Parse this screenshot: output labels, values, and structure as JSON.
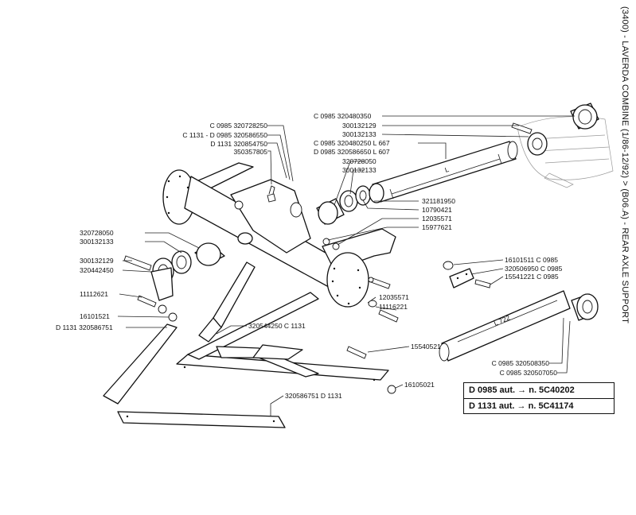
{
  "title": "(3400) - LAVERDA COMBINE (1/86-12/92) > (B06.A) - REAR AXLE SUPPORT",
  "labels": [
    {
      "id": "l1",
      "text": "C 0985  320728250"
    },
    {
      "id": "l2",
      "text": "C 1131 - D 0985  320586550"
    },
    {
      "id": "l3",
      "text": "D 1131  320854750"
    },
    {
      "id": "l4",
      "text": "350357805"
    },
    {
      "id": "l5",
      "text": "C 0985  320480350"
    },
    {
      "id": "l6",
      "text": "300132129"
    },
    {
      "id": "l7",
      "text": "300132133"
    },
    {
      "id": "l8",
      "text": "C 0985  320480250  L   667"
    },
    {
      "id": "l9",
      "text": "D 0985  320586650  L   607"
    },
    {
      "id": "l10",
      "text": "320728050"
    },
    {
      "id": "l11",
      "text": "300132133"
    },
    {
      "id": "l12",
      "text": "321181950"
    },
    {
      "id": "l13",
      "text": "10790421"
    },
    {
      "id": "l14",
      "text": "12035571"
    },
    {
      "id": "l15",
      "text": "15977621"
    },
    {
      "id": "l16",
      "text": "320728050"
    },
    {
      "id": "l17",
      "text": "300132133"
    },
    {
      "id": "l18",
      "text": "300132129"
    },
    {
      "id": "l19",
      "text": "320442450"
    },
    {
      "id": "l20",
      "text": "11112621"
    },
    {
      "id": "l21",
      "text": "16101521"
    },
    {
      "id": "l22",
      "text": "D 1131  320586751"
    },
    {
      "id": "l23",
      "text": "320544250  C 1131"
    },
    {
      "id": "l24",
      "text": "12035571"
    },
    {
      "id": "l25",
      "text": "11116221"
    },
    {
      "id": "l26",
      "text": "15540521"
    },
    {
      "id": "l27",
      "text": "16105021"
    },
    {
      "id": "l28",
      "text": "320586751  D 1131"
    },
    {
      "id": "l29",
      "text": "16101511  C 0985"
    },
    {
      "id": "l30",
      "text": "320506950  C 0985"
    },
    {
      "id": "l31",
      "text": "15541221  C 0985"
    },
    {
      "id": "l32",
      "text": "C 0985  320508350"
    },
    {
      "id": "l33",
      "text": "C 0985  320507050"
    }
  ],
  "dimensions": {
    "axle_length": "L",
    "beam_length": "L  722"
  },
  "serial_table": [
    {
      "model": "D 0985 aut.",
      "arrow": "→",
      "serial": "n. 5C40202"
    },
    {
      "model": "D 1131 aut.",
      "arrow": "→",
      "serial": "n. 5C41174"
    }
  ]
}
